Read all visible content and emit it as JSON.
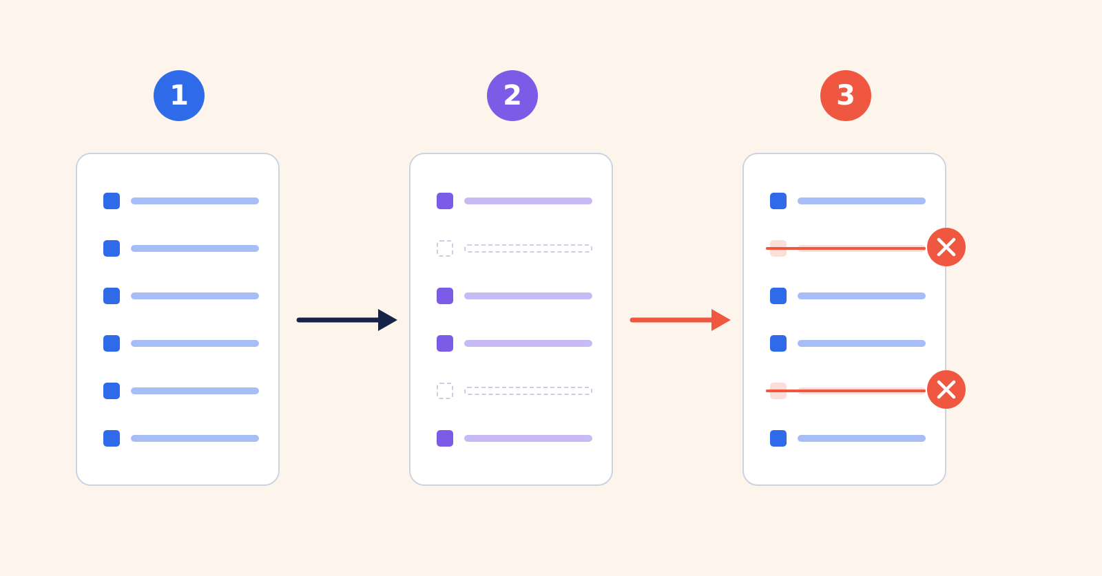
{
  "colors": {
    "background": "#fdf5eb",
    "blue": "#2f6be9",
    "blue_light": "#a6bdf7",
    "purple": "#7c5ce6",
    "purple_light": "#c8bbf5",
    "red": "#ef5741",
    "red_light": "#fbded7",
    "navy": "#17244a",
    "panel_border": "#cbd3e3",
    "dashed": "#c9cfdf"
  },
  "steps": [
    {
      "number": "1",
      "color": "#2f6be9",
      "rows": [
        {
          "state": "normal"
        },
        {
          "state": "normal"
        },
        {
          "state": "normal"
        },
        {
          "state": "normal"
        },
        {
          "state": "normal"
        },
        {
          "state": "normal"
        }
      ]
    },
    {
      "number": "2",
      "color": "#7c5ce6",
      "rows": [
        {
          "state": "normal"
        },
        {
          "state": "removed"
        },
        {
          "state": "normal"
        },
        {
          "state": "normal"
        },
        {
          "state": "removed"
        },
        {
          "state": "normal"
        }
      ]
    },
    {
      "number": "3",
      "color": "#ef5741",
      "rows": [
        {
          "state": "normal"
        },
        {
          "state": "error"
        },
        {
          "state": "normal"
        },
        {
          "state": "normal"
        },
        {
          "state": "error"
        },
        {
          "state": "normal"
        }
      ]
    }
  ],
  "arrows": [
    {
      "color": "#17244a",
      "icon": "arrow-right-icon"
    },
    {
      "color": "#ef5741",
      "icon": "arrow-right-icon"
    }
  ],
  "error_icon": "close-icon"
}
